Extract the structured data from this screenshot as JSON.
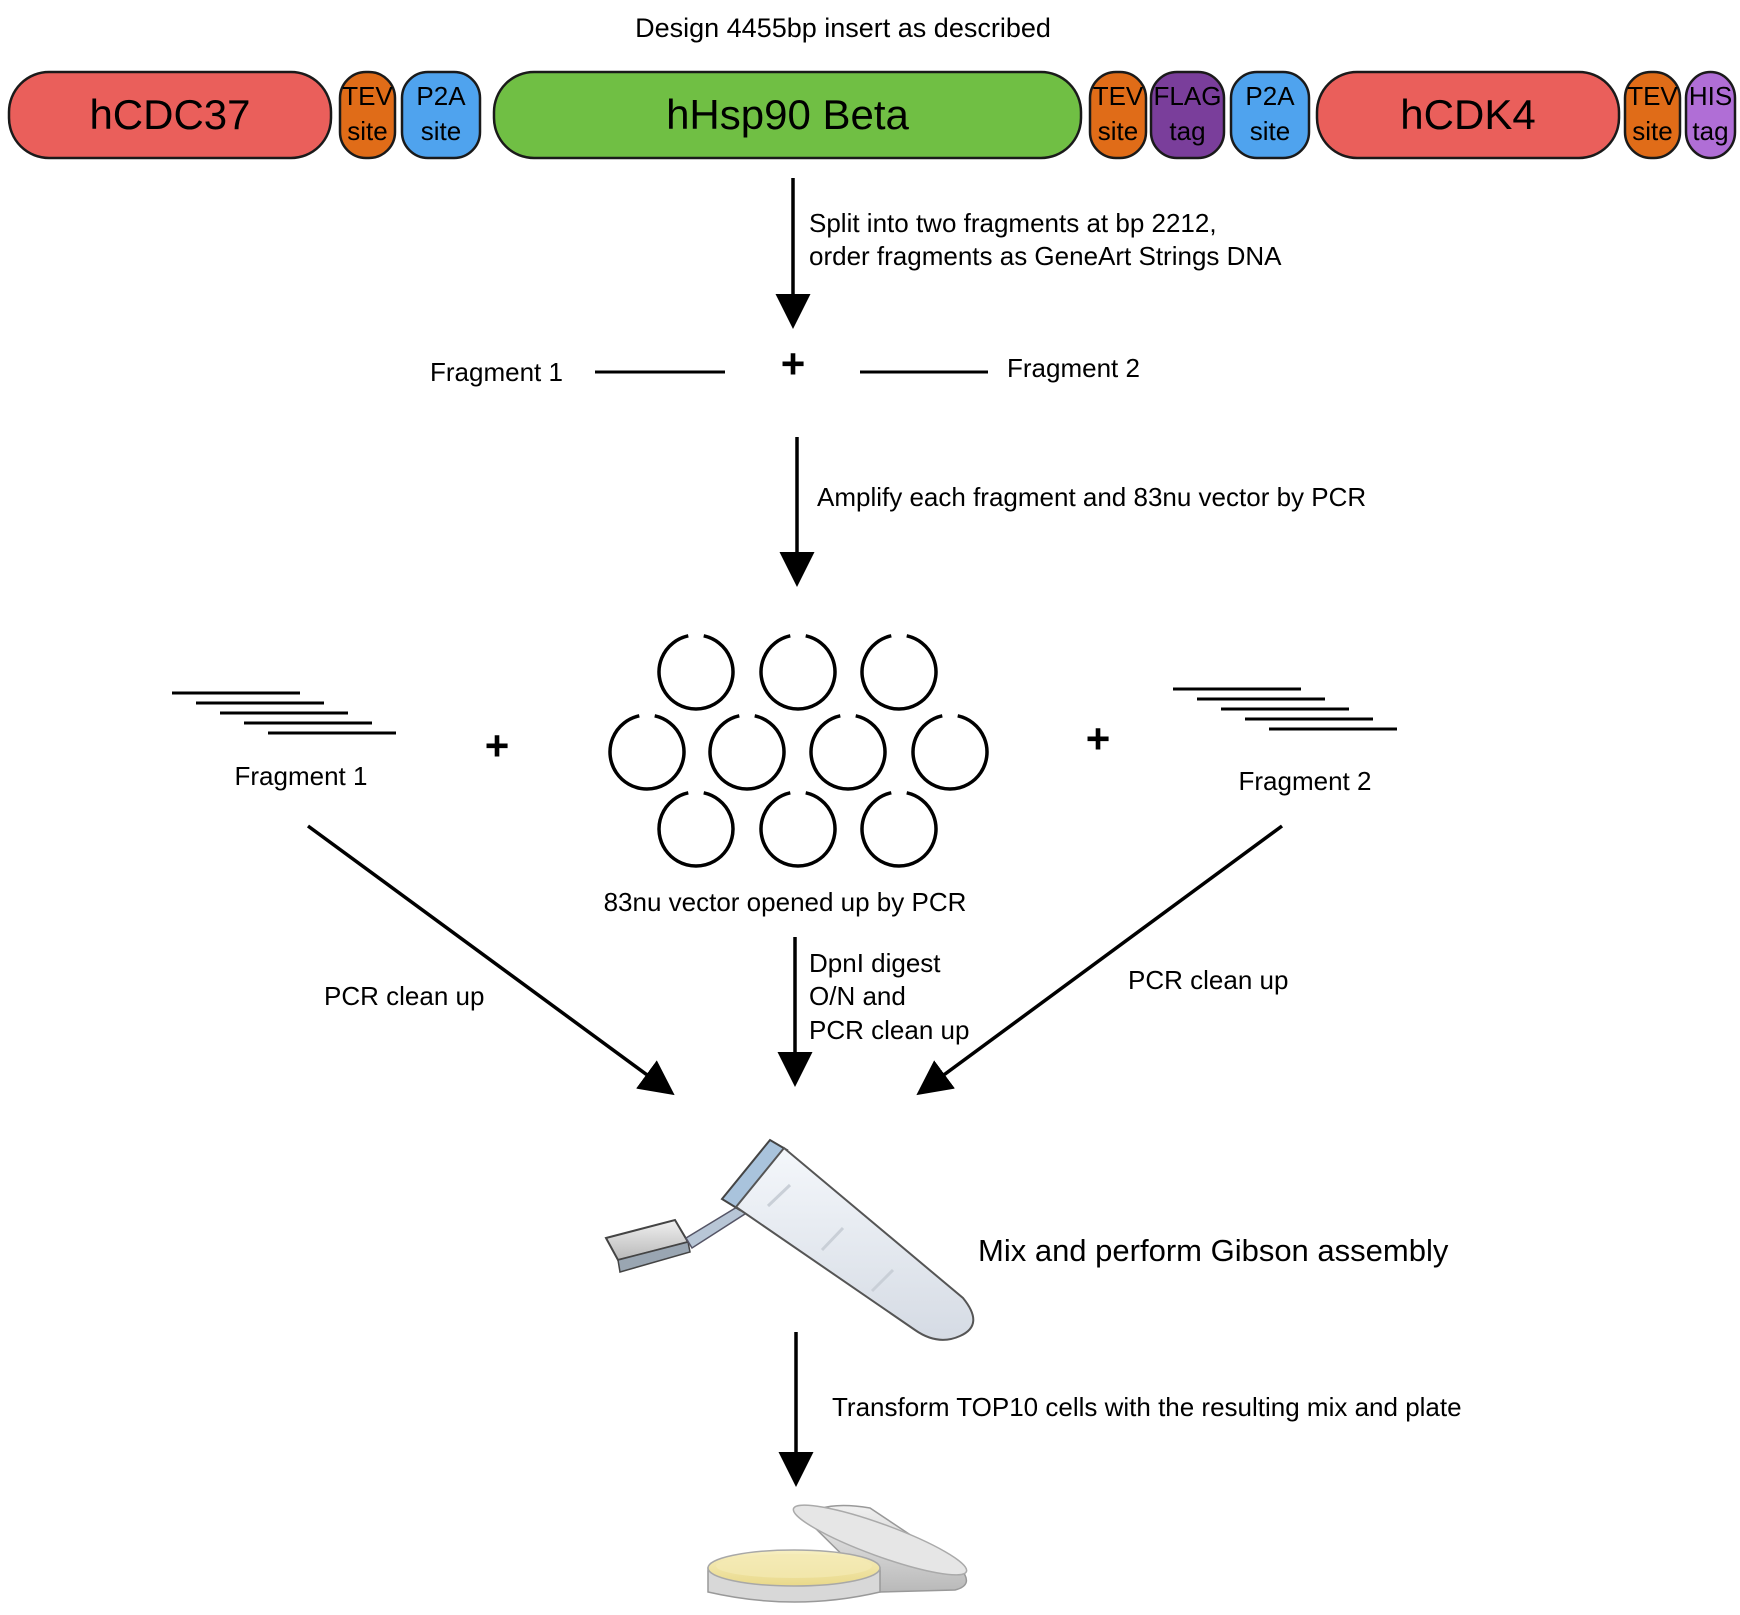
{
  "title": "Design 4455bp insert as described",
  "construct": [
    {
      "id": "hcdc37",
      "lines": [
        "hCDC37"
      ],
      "color": "#EA5F5B",
      "kind": "gene"
    },
    {
      "id": "tev-site-1",
      "lines": [
        "TEV",
        "site"
      ],
      "color": "#E06C18",
      "kind": "tag"
    },
    {
      "id": "p2a-site-1",
      "lines": [
        "P2A",
        "site"
      ],
      "color": "#4FA3EE",
      "kind": "tag"
    },
    {
      "id": "hhsp90-beta",
      "lines": [
        "hHsp90 Beta"
      ],
      "color": "#70BF44",
      "kind": "gene"
    },
    {
      "id": "tev-site-2",
      "lines": [
        "TEV",
        "site"
      ],
      "color": "#E06C18",
      "kind": "tag"
    },
    {
      "id": "flag-tag",
      "lines": [
        "FLAG",
        "tag"
      ],
      "color": "#7A3E9B",
      "kind": "tag"
    },
    {
      "id": "p2a-site-2",
      "lines": [
        "P2A",
        "site"
      ],
      "color": "#4FA3EE",
      "kind": "tag"
    },
    {
      "id": "hcdk4",
      "lines": [
        "hCDK4"
      ],
      "color": "#EA5F5B",
      "kind": "gene"
    },
    {
      "id": "tev-site-3",
      "lines": [
        "TEV",
        "site"
      ],
      "color": "#E06C18",
      "kind": "tag"
    },
    {
      "id": "his-tag",
      "lines": [
        "HIS",
        "tag"
      ],
      "color": "#B06ED6",
      "kind": "tag"
    }
  ],
  "steps": {
    "split": [
      "Split into two fragments at bp 2212,",
      "order fragments as GeneArt Strings DNA"
    ],
    "fragment1": "Fragment 1",
    "fragment2": "Fragment 2",
    "plus": "+",
    "amplify": "Amplify each fragment and 83nu vector by PCR",
    "vector": "83nu vector opened up by PCR",
    "dpni": [
      "DpnI digest",
      "O/N and",
      "PCR clean up"
    ],
    "cleanup_left": "PCR clean up",
    "cleanup_right": "PCR clean up",
    "gibson": "Mix and perform Gibson assembly",
    "transform": "Transform TOP10 cells with the resulting mix and plate"
  },
  "icons": {
    "tube": "microcentrifuge-tube-icon",
    "plate": "petri-dish-icon",
    "plasmid": "open-plasmid-icon"
  }
}
